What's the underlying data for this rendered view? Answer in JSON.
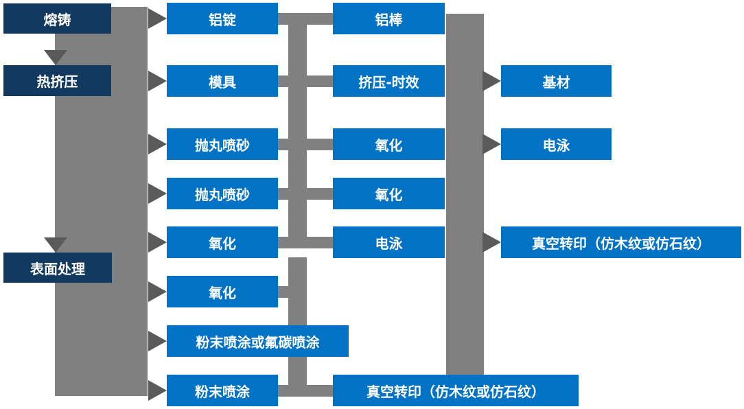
{
  "colors": {
    "background": "#ffffff",
    "stage_box": "#12395f",
    "process_box": "#0273c4",
    "connector": "#808080",
    "arrow": "#5a5a5a",
    "box_text": "#ffffff"
  },
  "columns": [
    {
      "name": "production-stages",
      "items": [
        "熔铸",
        "热挤压",
        "表面处理"
      ]
    },
    {
      "name": "process-column-1",
      "items": [
        "铝锭",
        "模具",
        "抛丸喷砂",
        "抛丸喷砂",
        "氧化",
        "氧化",
        "粉末喷涂或氟碳喷涂",
        "粉末喷涂"
      ]
    },
    {
      "name": "process-column-2",
      "items": [
        "铝棒",
        "挤压-时效",
        "氧化",
        "氧化",
        "电泳",
        "真空转印（仿木纹或仿石纹）"
      ]
    },
    {
      "name": "process-column-3",
      "items": [
        "基材",
        "电泳",
        "真空转印（仿木纹或仿石纹）"
      ]
    }
  ]
}
